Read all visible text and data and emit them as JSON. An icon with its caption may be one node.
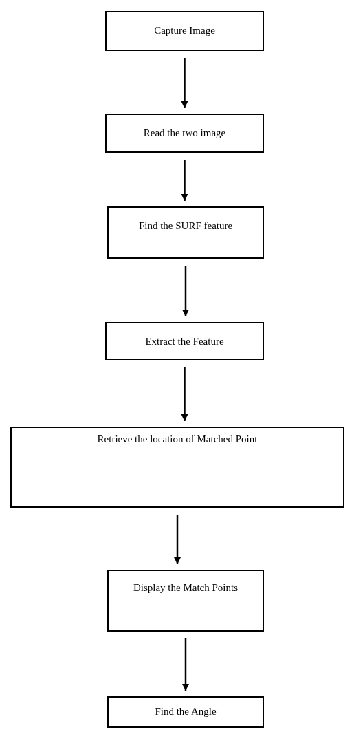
{
  "diagram": {
    "nodes": [
      {
        "text": [
          "Capture Image"
        ]
      },
      {
        "text": [
          "Read the two image"
        ]
      },
      {
        "text": [
          "Find the SURF feature"
        ]
      },
      {
        "text": [
          "Extract the Feature"
        ]
      },
      {
        "text": [
          "Retrieve the location of Matched Point"
        ]
      },
      {
        "text": [
          "Display the Match Points"
        ]
      },
      {
        "text": [
          "Find the Angle"
        ]
      }
    ],
    "edges": [
      {
        "from": 0,
        "to": 1,
        "arrow": "to"
      },
      {
        "from": 1,
        "to": 2,
        "arrow": "to"
      },
      {
        "from": 2,
        "to": 3,
        "arrow": "to"
      },
      {
        "from": 3,
        "to": 4,
        "arrow": "to"
      },
      {
        "from": 4,
        "to": 5,
        "arrow": "to"
      },
      {
        "from": 5,
        "to": 6,
        "arrow": "to"
      }
    ]
  }
}
